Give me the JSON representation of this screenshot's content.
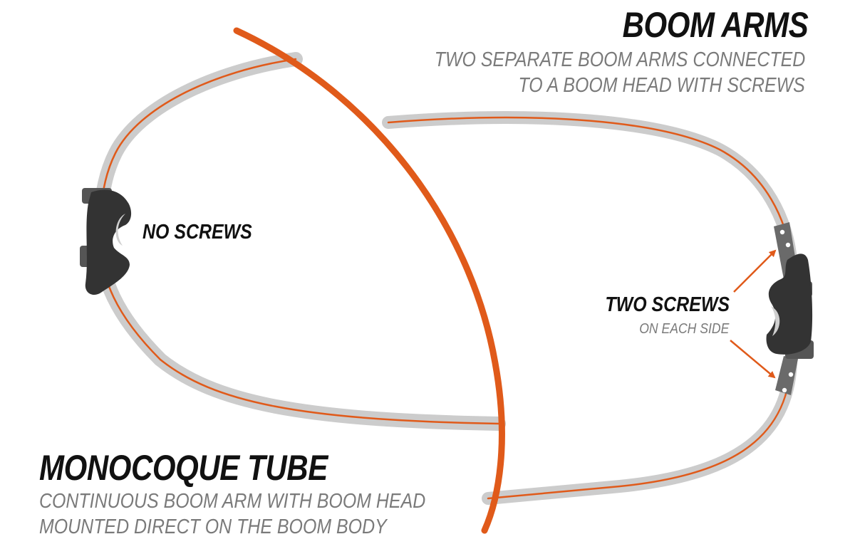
{
  "boom_arms": {
    "title": "BOOM ARMS",
    "description_line1": "TWO SEPARATE BOOM ARMS CONNECTED",
    "description_line2": "TO A BOOM HEAD WITH SCREWS"
  },
  "monocoque": {
    "title": "MONOCOQUE TUBE",
    "description_line1": "CONTINUOUS BOOM ARM WITH BOOM HEAD",
    "description_line2": "MOUNTED DIRECT ON THE BOOM BODY"
  },
  "labels": {
    "no_screws": "NO SCREWS",
    "two_screws": "TWO SCREWS",
    "on_each_side": "ON EACH SIDE"
  },
  "colors": {
    "accent_orange": "#e05a1a",
    "tube_gray": "#cccccc",
    "head_dark": "#333333",
    "text_dark": "#111111",
    "text_gray": "#7a7a7a"
  },
  "icons": {
    "boom_head_left": "boom-head-icon",
    "boom_head_right": "boom-head-icon",
    "arrows": "arrow-icon"
  }
}
